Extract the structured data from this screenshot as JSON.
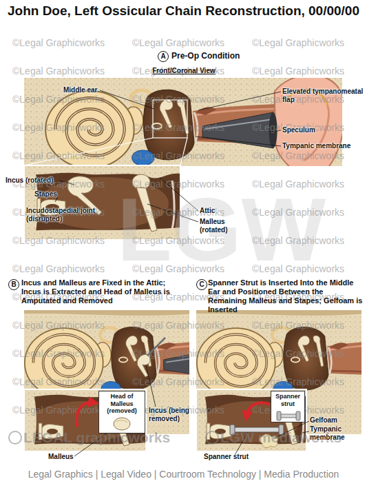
{
  "diagram": {
    "title": "John Doe, Left Ossicular Chain Reconstruction, 00/00/00",
    "nodes": [
      {
        "text": [
          "A"
        ]
      },
      {
        "text": [
          "B"
        ]
      },
      {
        "text": [
          "C"
        ]
      },
      {
        "text": [
          "Head of Malleus (removed)"
        ]
      },
      {
        "text": [
          "Spanner strut"
        ]
      }
    ],
    "labels": [
      "Pre-Op Condition",
      "Front/Coronal View",
      "Middle ear",
      "Elevated tympanomeatal flap",
      "Speculum",
      "Tympanic membrane",
      "Incus (rotated)",
      "Stapes",
      "Incudostapedial joint (disrupted)",
      "Attic",
      "Malleus (rotated)",
      "Incus and Malleus are Fixed in the Attic; Incus is Extracted and Head of Malleus is Amputated and Removed",
      "Incus (being removed)",
      "Malleus",
      "Spanner Strut is Inserted Into the Middle Ear and Positioned Between the Remaining Malleus and Stapes; Gelfoam is Inserted",
      "Gelfoam",
      "Tympanic membrane",
      "Spanner strut",
      "LGW",
      "LEGAL graphicworks",
      "LGW mediaworks",
      "Legal Graphics | Legal Video | Courtroom Technology | Media Production",
      "©Legal Graphicworks",
      "©Legal Graphicworks",
      "©Legal Graphicworks",
      "©Legal Graphicworks",
      "©Legal Graphicworks",
      "©Legal Graphicworks",
      "©Legal Graphicworks",
      "©Legal Graphicworks",
      "©Legal Graphicworks",
      "©Legal Graphicworks",
      "©Legal Graphicworks",
      "©Legal Graphicworks",
      "©Legal Graphicworks",
      "©Legal Graphicworks",
      "©Legal Graphicworks",
      "©Legal Graphicworks",
      "©Legal Graphicworks",
      "©Legal Graphicworks",
      "©Legal Graphicworks",
      "©Legal Graphicworks",
      "©Legal Graphicworks",
      "©Legal Graphicworks",
      "©Legal Graphicworks",
      "©Legal Graphicworks",
      "©Legal Graphicworks",
      "©Legal Graphicworks",
      "©Legal Graphicworks",
      "©Legal Graphicworks",
      "©Legal Graphicworks",
      "©Legal Graphicworks",
      "©Legal Graphicworks",
      "©Legal Graphicworks",
      "©Legal Graphicworks",
      "©Legal Graphicworks",
      "©Legal Graphicworks",
      "©Legal Graphicworks",
      "©Legal Graphicworks",
      "©Legal Graphicworks",
      "©Legal Graphicworks",
      "©Legal Graphicworks",
      "©Legal Graphicworks",
      "©Legal Graphicworks"
    ]
  }
}
